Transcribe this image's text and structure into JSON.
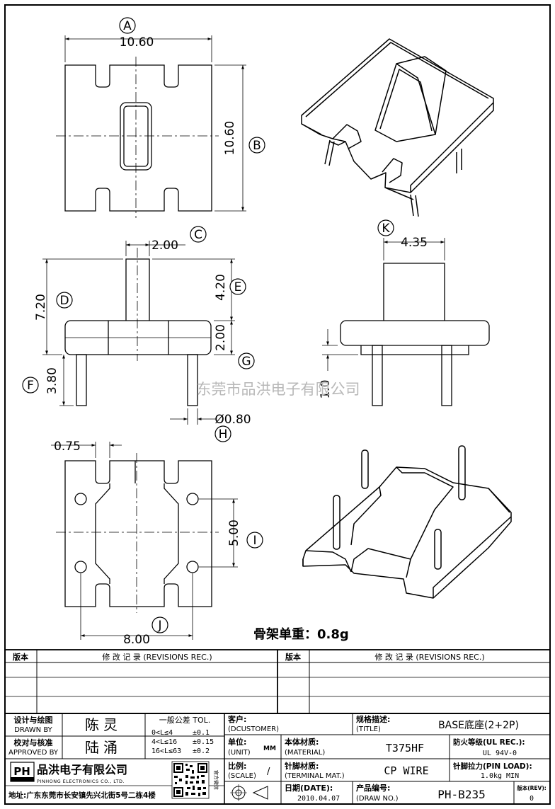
{
  "balloons": [
    "A",
    "B",
    "C",
    "D",
    "E",
    "F",
    "G",
    "H",
    "K",
    "I",
    "J"
  ],
  "dims": {
    "A": "10.60",
    "B": "10.60",
    "C": "2.00",
    "D": "7.20",
    "E": "4.20",
    "F": "3.80",
    "G": "2.00",
    "H": "Ø0.80",
    "K": "4.35",
    "K_left": "1.0",
    "gap": "0.75",
    "I": "5.00",
    "J": "8.00"
  },
  "watermark": "东莞市品洪电子有限公司",
  "weight": "骨架单重：0.8g",
  "revisions": {
    "col_version": "版本",
    "col_record": "修 改 记 录 (REVISIONS REC.)"
  },
  "title_block": {
    "design_label_cn": "设计与绘图",
    "design_label_en": "DRAWN BY",
    "designer": "陈灵",
    "approve_label_cn": "校对与核准",
    "approve_label_en": "APPROVED BY",
    "approver": "陆涌",
    "tol_title": "一般公差 TOL.",
    "tol_rows": [
      {
        "range": "0<L≤4",
        "tol": "±0.1"
      },
      {
        "range": "4<L≤16",
        "tol": "±0.15"
      },
      {
        "range": "16<L≤63",
        "tol": "±0.2"
      }
    ],
    "customer_label": "客户:",
    "customer_label_en": "(DCUSTOMER)",
    "title_label": "规格描述:",
    "title_label_en": "(TITLE)",
    "title_value": "BASE底座(2+2P)",
    "unit_label": "单位:",
    "unit_label_en": "(UNIT)",
    "unit_value": "MM",
    "material_label": "本体材质:",
    "material_label_en": "(MATERIAL)",
    "material_value": "T375HF",
    "ul_label": "防火等级(UL REC.):",
    "ul_value": "UL 94V-0",
    "scale_label": "比例:",
    "scale_label_en": "(SCALE)",
    "scale_value": "/",
    "terminal_label": "针脚材质:",
    "terminal_label_en": "(TERMINAL MAT.)",
    "terminal_value": "CP WIRE",
    "pinload_label": "针脚拉力(PIN LOAD):",
    "pinload_value": "1.0kg MIN",
    "company_cn": "品洪电子有限公司",
    "company_en": "PINHONG ELECTRONICS CO., LTD.",
    "address": "地址:广东东莞市长安镇先兴北街5号二栋4楼",
    "logo_text": "PH",
    "qr_caption": "官方微信",
    "date_label": "日期(DATE):",
    "date_value": "2010.04.07",
    "drawno_label": "产品编号:",
    "drawno_label_en": "(DRAW NO.)",
    "drawno_value": "PH-B235",
    "rev_label": "版本(REV):",
    "rev_value": "0"
  }
}
